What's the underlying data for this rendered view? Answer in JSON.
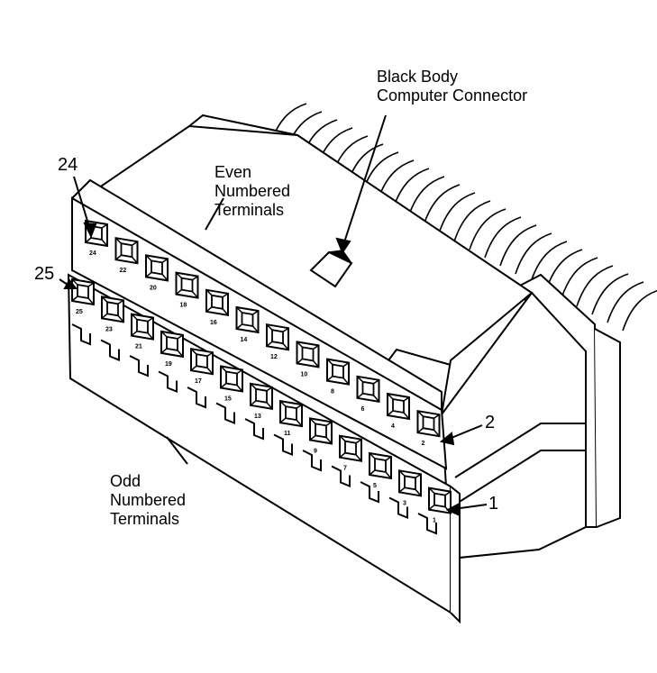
{
  "labels": {
    "connector": [
      "Black Body",
      "Computer Connector"
    ],
    "even": [
      "Even",
      "Numbered",
      "Terminals"
    ],
    "odd": [
      "Odd",
      "Numbered",
      "Terminals"
    ]
  },
  "callout_numbers": {
    "top_left": "24",
    "left": "25",
    "right_upper": "2",
    "right_lower": "1"
  },
  "terminals": {
    "even": [
      "24",
      "22",
      "20",
      "18",
      "16",
      "14",
      "12",
      "10",
      "8",
      "6",
      "4",
      "2"
    ],
    "odd": [
      "25",
      "23",
      "21",
      "19",
      "17",
      "15",
      "13",
      "11",
      "9",
      "7",
      "5",
      "3",
      "1"
    ]
  },
  "colors": {
    "line": "#000000",
    "fill": "#ffffff"
  }
}
